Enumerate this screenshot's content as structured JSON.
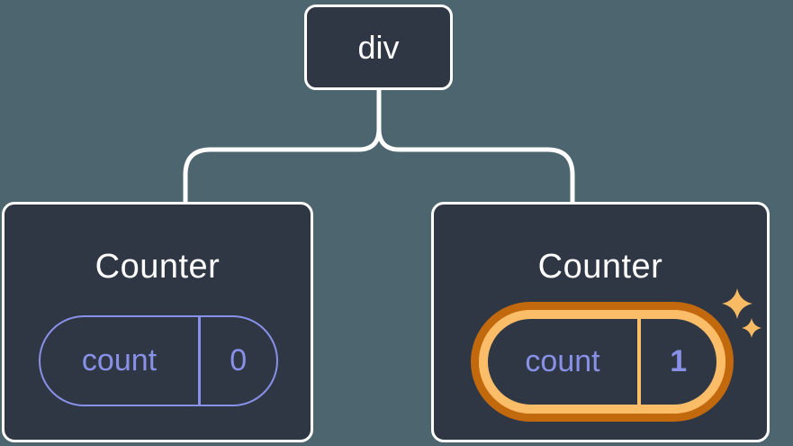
{
  "diagram": {
    "tree": {
      "root": {
        "label": "div"
      },
      "children": [
        {
          "title": "Counter",
          "state": {
            "key": "count",
            "value": "0"
          },
          "highlighted": false
        },
        {
          "title": "Counter",
          "state": {
            "key": "count",
            "value": "1"
          },
          "highlighted": true,
          "icon": "sparkles-icon"
        }
      ]
    }
  },
  "colors": {
    "background": "#4d656e",
    "node-fill": "#2f3744",
    "line": "#ffffff",
    "text": "#ffffff",
    "purple": "#8890e8",
    "orange-dark": "#c2690e",
    "orange-light": "#fbbd68",
    "sparkle": "#f8bb63"
  }
}
